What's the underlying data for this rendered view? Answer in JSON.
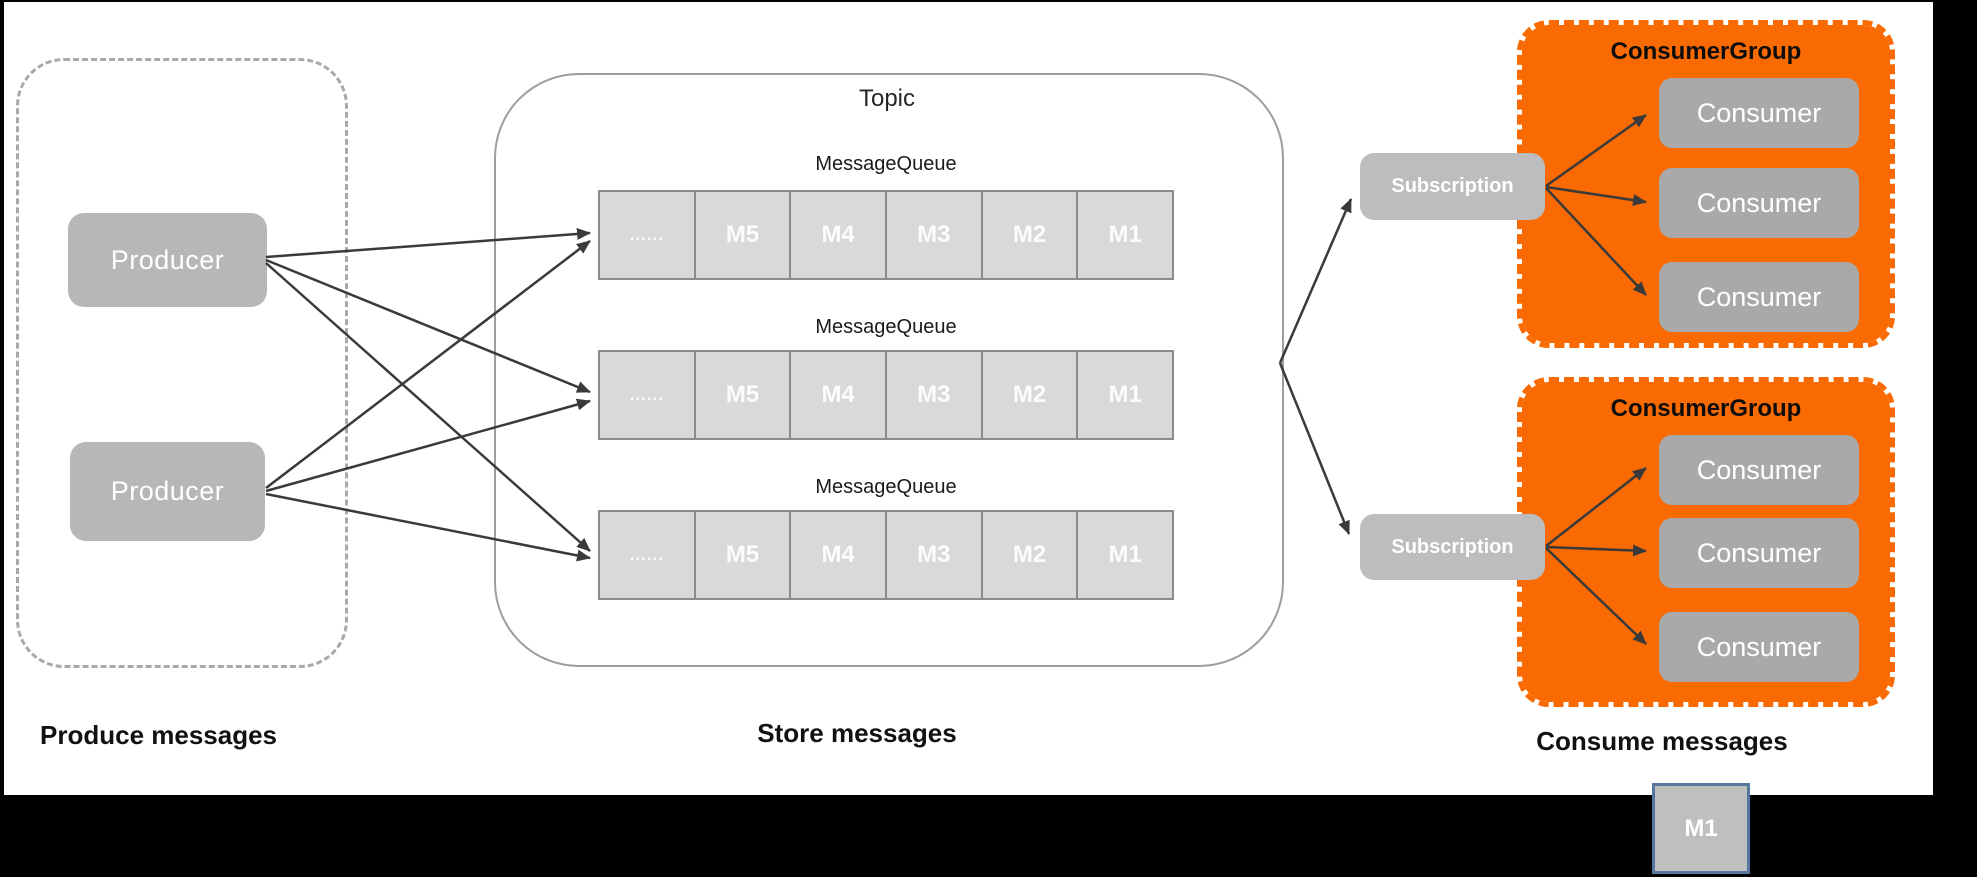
{
  "produce": {
    "section_label": "Produce messages",
    "producers": [
      {
        "label": "Producer"
      },
      {
        "label": "Producer"
      }
    ]
  },
  "store": {
    "section_label": "Store messages",
    "topic_title": "Topic",
    "queues": [
      {
        "label": "MessageQueue",
        "cells": [
          "......",
          "M5",
          "M4",
          "M3",
          "M2",
          "M1"
        ]
      },
      {
        "label": "MessageQueue",
        "cells": [
          "......",
          "M5",
          "M4",
          "M3",
          "M2",
          "M1"
        ]
      },
      {
        "label": "MessageQueue",
        "cells": [
          "......",
          "M5",
          "M4",
          "M3",
          "M2",
          "M1"
        ]
      }
    ]
  },
  "consume": {
    "section_label": "Consume messages",
    "subscriptions": [
      {
        "label": "Subscription"
      },
      {
        "label": "Subscription"
      }
    ],
    "groups": [
      {
        "title": "ConsumerGroup",
        "consumers": [
          "Consumer",
          "Consumer",
          "Consumer"
        ]
      },
      {
        "title": "ConsumerGroup",
        "consumers": [
          "Consumer",
          "Consumer",
          "Consumer"
        ]
      }
    ]
  },
  "legend": {
    "cell_label": "M1"
  },
  "colors": {
    "background": "#000000",
    "panel": "#ffffff",
    "producer_gray": "#b7b7b7",
    "consumer_gray": "#a9a9a9",
    "subscription_gray": "#bdbdbd",
    "queue_cell_fill": "#d9d9d9",
    "queue_cell_border": "#8c8c8c",
    "consumer_group_orange": "#f96a02",
    "arrow": "#3a3a3a",
    "dashed_container_border": "#a9a9a9",
    "topic_border": "#9e9e9e",
    "legend_cell_border": "#56779e"
  }
}
